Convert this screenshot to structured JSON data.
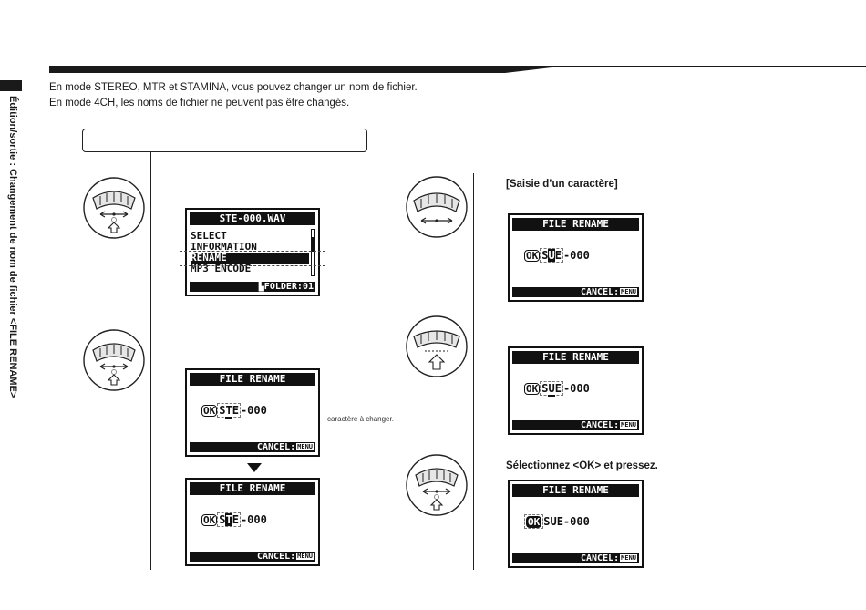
{
  "side": {
    "title": "Édition/sortie : Changement de nom de fichier <FILE RENAME>"
  },
  "intro": {
    "line1": "En mode STEREO, MTR et STAMINA, vous pouvez changer un nom de fichier.",
    "line2": "En mode 4CH, les noms de fichier ne peuvent pas être changés."
  },
  "step_box": {
    "text": ""
  },
  "menu_screen": {
    "title": "STE-000.WAV",
    "items": [
      "SELECT",
      "INFORMATION",
      "RENAME",
      "MP3 ENCODE"
    ],
    "selected_index": 2,
    "footer": "▙FOLDER:01"
  },
  "rename_screens": [
    {
      "title": "FILE RENAME",
      "ok": "OK",
      "pre": "S",
      "cursor": "T",
      "post": "E",
      "suffix": "-000",
      "footer_cancel": "CANCEL:",
      "footer_menu": "MENU"
    },
    {
      "title": "FILE RENAME",
      "ok": "OK",
      "pre": "S",
      "cursor": "T",
      "post": "E",
      "suffix": "-000",
      "footer_cancel": "CANCEL:",
      "footer_menu": "MENU"
    },
    {
      "title": "FILE RENAME",
      "ok": "OK",
      "pre": "S",
      "cursor": "U",
      "post": "E",
      "suffix": "-000",
      "footer_cancel": "CANCEL:",
      "footer_menu": "MENU"
    },
    {
      "title": "FILE RENAME",
      "ok": "OK",
      "pre": "S",
      "cursor": "U",
      "post": "E",
      "suffix": "-000",
      "footer_cancel": "CANCEL:",
      "footer_menu": "MENU"
    },
    {
      "title": "FILE RENAME",
      "ok": "OK",
      "pre": "",
      "cursor": "",
      "post": "",
      "suffix": "SUE-000",
      "footer_cancel": "CANCEL:",
      "footer_menu": "MENU"
    }
  ],
  "captions": {
    "char_to_change": "caractère à changer.",
    "char_input": "[Saisie d’un caractère]",
    "select_ok": "Sélectionnez <OK> et pressez."
  },
  "icons": [
    "wheel-scroll-press-icon",
    "wheel-scroll-icon",
    "wheel-press-icon"
  ]
}
